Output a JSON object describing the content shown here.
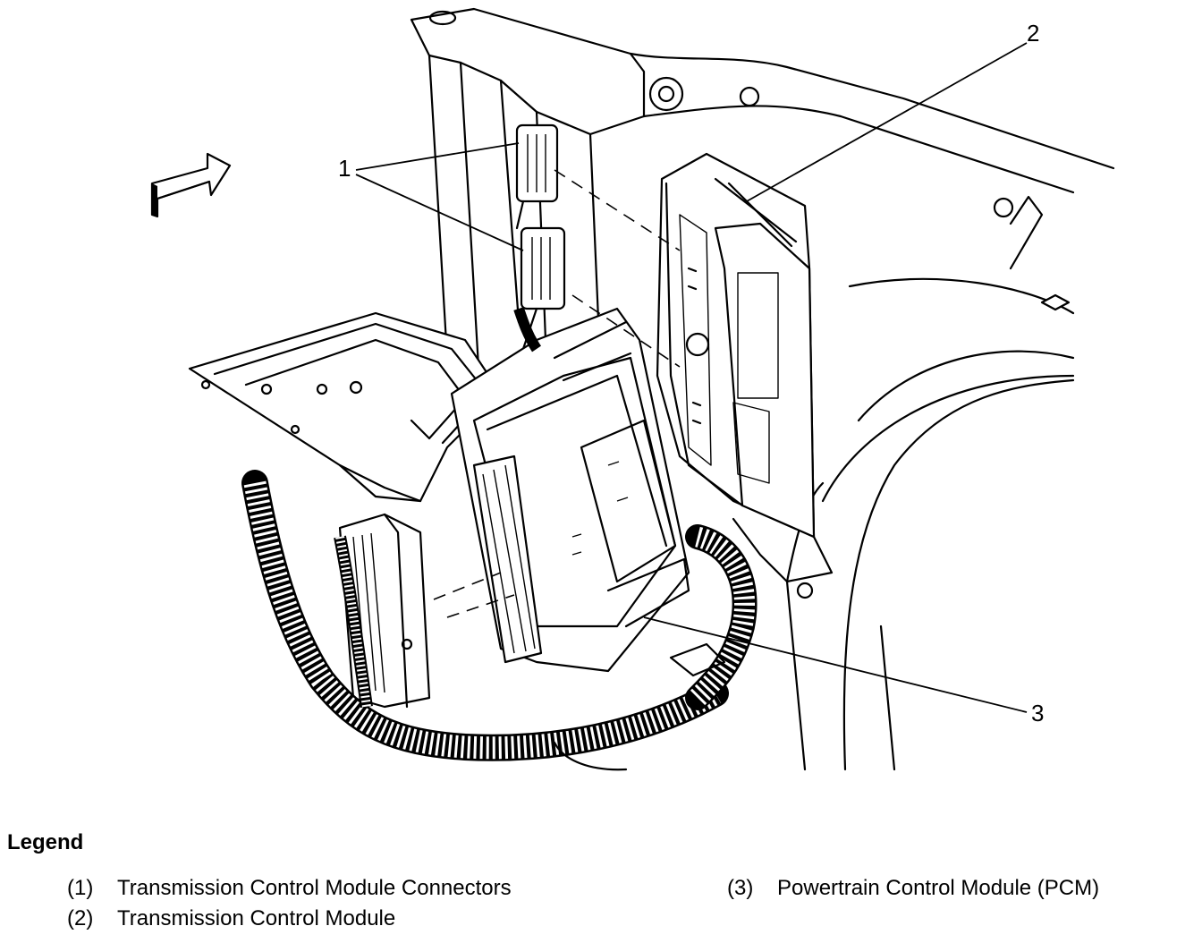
{
  "callouts": {
    "c1": "1",
    "c2": "2",
    "c3": "3"
  },
  "legend": {
    "title": "Legend",
    "items": [
      {
        "num": "(1)",
        "label": "Transmission Control Module Connectors"
      },
      {
        "num": "(2)",
        "label": "Transmission Control Module"
      },
      {
        "num": "(3)",
        "label": "Powertrain Control Module (PCM)"
      }
    ]
  },
  "icons": {
    "direction_arrow": "forward-arrow-icon"
  }
}
